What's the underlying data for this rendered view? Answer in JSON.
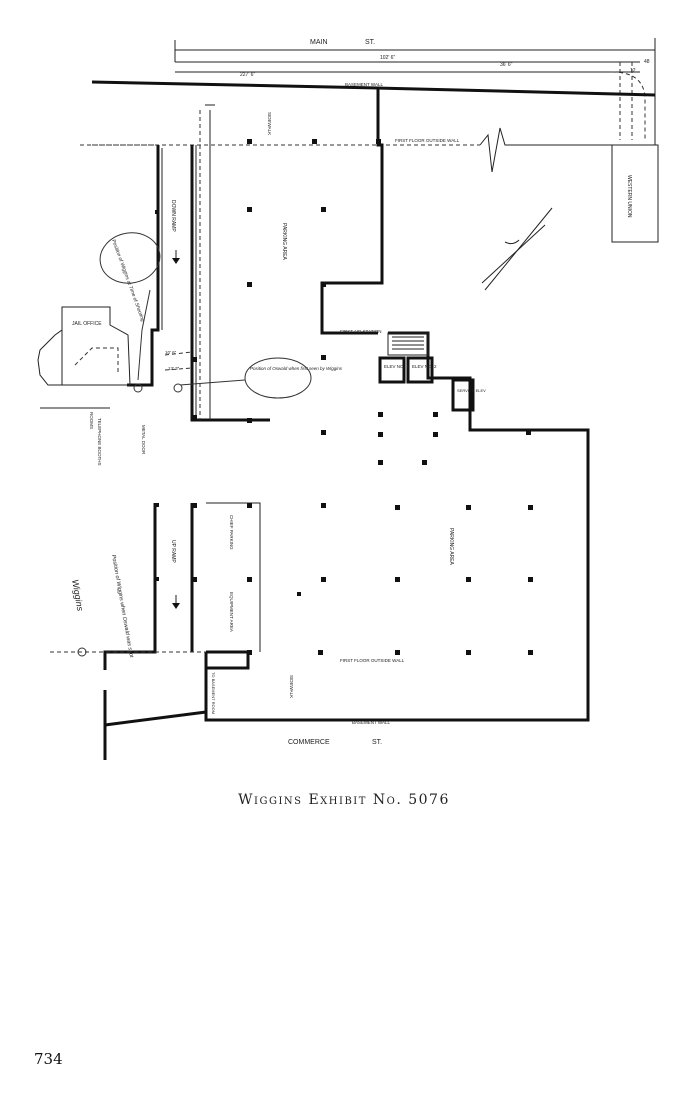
{
  "streets": {
    "top": "MAIN",
    "top_suffix": "ST.",
    "bottom": "COMMERCE",
    "bottom_suffix": "ST."
  },
  "dimensions": {
    "d1": "102' 6\"",
    "d2": "36' 6\"",
    "d3": "227' 6\"",
    "d4": "12",
    "d5": "48"
  },
  "labels": {
    "basement_wall_top": "BASEMENT WALL",
    "basement_wall_bottom": "BASEMENT WALL",
    "first_floor_wall_top": "FIRST FLOOR OUTSIDE WALL",
    "first_floor_wall_bottom": "FIRST FLOOR OUTSIDE WALL",
    "sidewalk_top": "SIDEWALK",
    "sidewalk_bottom": "SIDEWALK",
    "parking_area_upper": "PARKING AREA",
    "parking_area_right": "PARKING AREA",
    "first_aid": "FIRST AID STATION",
    "elev1": "ELEV NO. 1",
    "elev2": "ELEV NO. 2",
    "service_elev": "SERVICE ELEV",
    "jail_office": "JAIL OFFICE",
    "ramp_down": "DOWN RAMP",
    "ramp_up": "UP RAMP",
    "chief_parking": "CHIEF PARKING",
    "equipment_area": "EQUIPMENT AREA",
    "telephone_booths": "TELEPHONE BOOTHS",
    "metal_door": "METAL DOOR",
    "rooms": "ROOMS",
    "to_basement": "TO BASEMENT ROOM",
    "western_union": "WESTERN UNION",
    "dim_left1": "10' 6\"",
    "dim_left2": "13' 3\""
  },
  "annotations": {
    "ramp_note": "Position of Wiggins at Time of Shooting",
    "basement_note": "Position of Oswald when first seen by Wiggins",
    "signature_note": "Position of Wiggins when Oswald was shot",
    "signature_name": "Wiggins"
  },
  "exhibit": {
    "caption": "Wiggins Exhibit No. 5076"
  },
  "page": {
    "number": "734"
  }
}
